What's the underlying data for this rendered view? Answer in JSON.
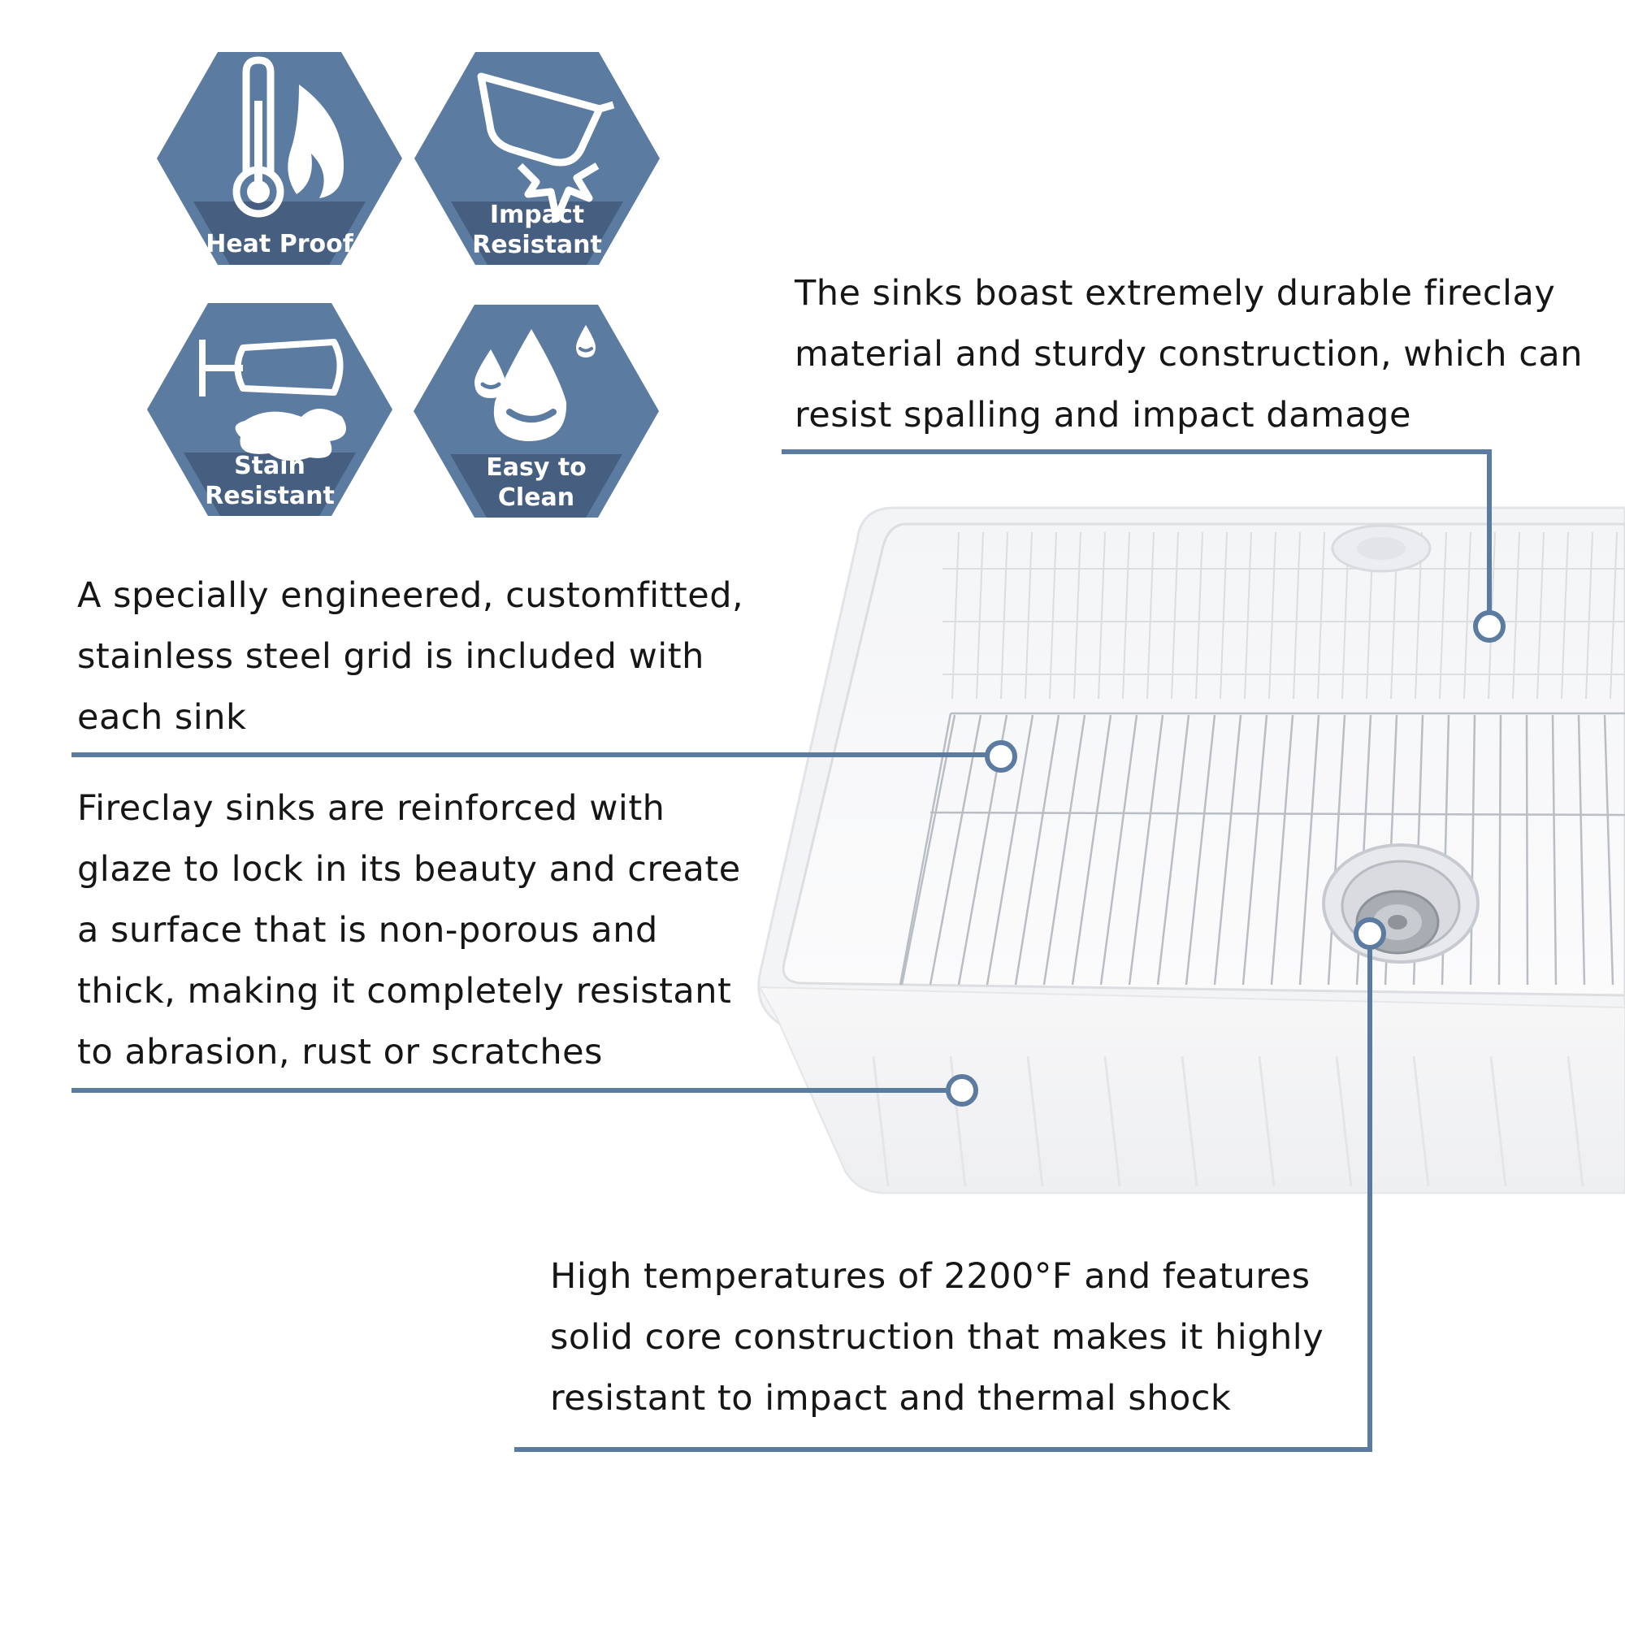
{
  "colors": {
    "accent": "#5b7ba0",
    "accent_dark": "#465f80",
    "text": "#161616"
  },
  "features": [
    {
      "icon": "thermometer-flame-icon",
      "lines": [
        "Heat Proof"
      ]
    },
    {
      "icon": "impact-pan-icon",
      "lines": [
        "Impact",
        "Resistant"
      ]
    },
    {
      "icon": "spilled-wine-glass-icon",
      "lines": [
        "Stain",
        "Resistant"
      ]
    },
    {
      "icon": "water-drops-icon",
      "lines": [
        "Easy to",
        "Clean"
      ]
    }
  ],
  "callouts": {
    "fireclay_material": {
      "lines": [
        "The sinks boast extremely durable fireclay",
        "material and sturdy construction, which can",
        "resist spalling and impact damage"
      ]
    },
    "steel_grid": {
      "lines": [
        "A specially engineered, customfitted,",
        "stainless steel grid is included with",
        "each sink"
      ]
    },
    "glaze": {
      "lines": [
        "Fireclay sinks are reinforced with",
        "glaze to lock in its beauty and create",
        "a surface that is non-porous and",
        "thick, making it completely resistant",
        "to abrasion, rust or scratches"
      ]
    },
    "temperature": {
      "lines": [
        "High temperatures of 2200°F and features",
        "solid core construction that makes it highly",
        "resistant to impact and thermal shock"
      ]
    }
  }
}
